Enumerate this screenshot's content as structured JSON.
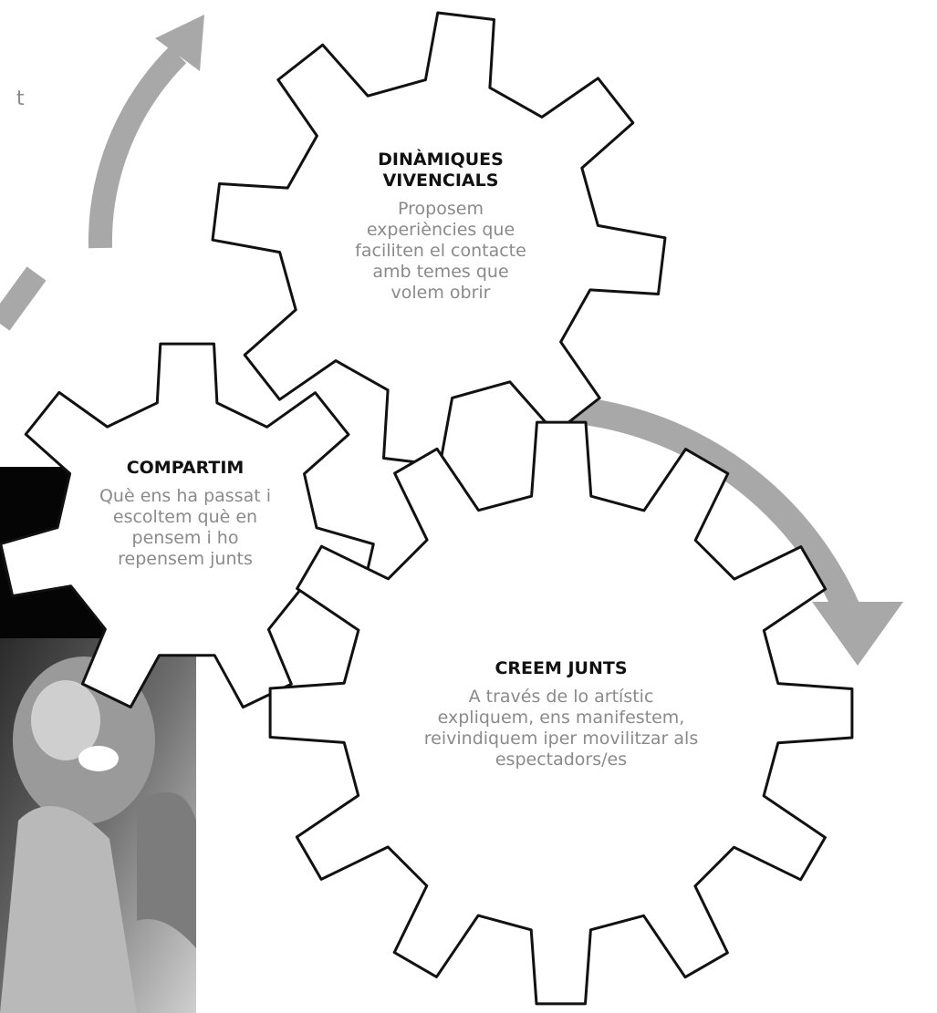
{
  "stray_text": "t",
  "gears": {
    "top": {
      "title": "DINÀMIQUES VIVENCIALS",
      "body": "Proposem experiències que faciliten el contacte amb temes que volem obrir"
    },
    "left": {
      "title": "COMPARTIM",
      "body": "Què ens ha passat i escoltem què en pensem i ho repensem junts"
    },
    "right": {
      "title": "CREEM JUNTS",
      "body": "A través de lo artístic expliquem, ens manifestem, reivindiquem iper movilitzar als espectadors/es"
    }
  },
  "colors": {
    "arrow": "#a8a8a8",
    "gear_stroke": "#111111",
    "title": "#111111",
    "body": "#8a8a8a"
  }
}
